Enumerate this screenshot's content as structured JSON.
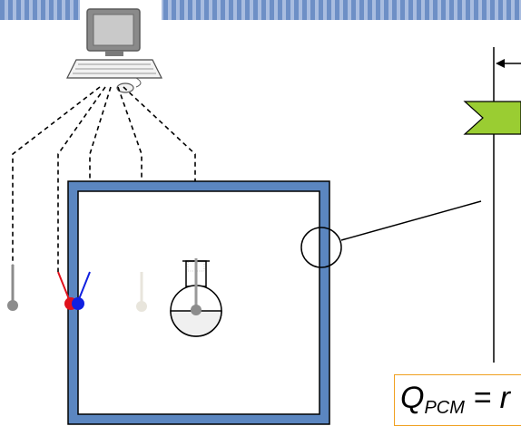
{
  "equation": {
    "symbol": "Q",
    "subscript": "PCM",
    "rest": " = r"
  },
  "colors": {
    "stripe": "#6d8fc6",
    "tank_border": "#5b86c0",
    "tank_fill": "#ffffff",
    "probe_gray": "#8c8c8c",
    "probe_light": "#e8e5dc",
    "probe_red": "#e0121c",
    "probe_blue": "#1020e0",
    "flag_green": "#9acd32",
    "accent_orange": "#f0a020"
  },
  "icons": {
    "computer": "desktop-computer-icon",
    "flask": "round-bottom-flask-icon"
  }
}
